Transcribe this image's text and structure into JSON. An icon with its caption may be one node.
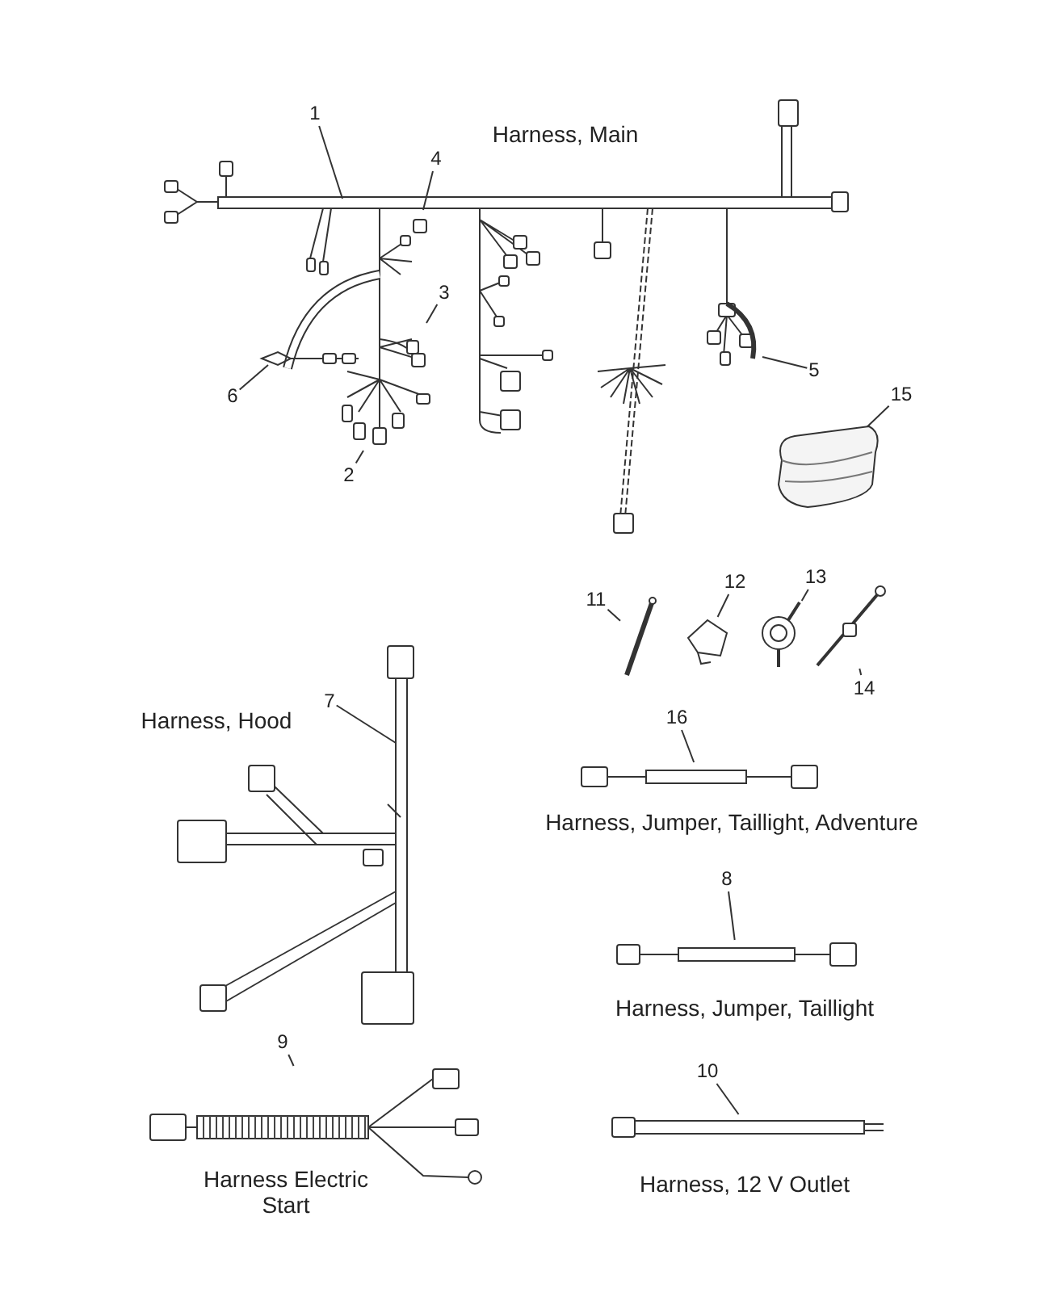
{
  "diagram": {
    "nodes": [
      {
        "text": [
          "1"
        ]
      },
      {
        "text": [
          "4"
        ]
      },
      {
        "text": [
          "3"
        ]
      },
      {
        "text": [
          "6"
        ]
      },
      {
        "text": [
          "5"
        ]
      },
      {
        "text": [
          "2"
        ]
      },
      {
        "text": [
          "15"
        ]
      },
      {
        "text": [],
        "shape": "picture"
      },
      {
        "text": [
          "11"
        ]
      },
      {
        "text": [],
        "shape": "picture"
      },
      {
        "text": [
          "12"
        ]
      },
      {
        "text": [],
        "shape": "picture"
      },
      {
        "text": [
          "13"
        ]
      },
      {
        "text": [],
        "shape": "picture"
      },
      {
        "text": [
          "14"
        ]
      },
      {
        "text": [],
        "shape": "picture"
      },
      {
        "text": [
          "7"
        ]
      },
      {
        "text": [
          "16"
        ]
      },
      {
        "text": [],
        "shape": "picture"
      },
      {
        "text": [
          "8"
        ]
      },
      {
        "text": [],
        "shape": "picture"
      },
      {
        "text": [
          "9"
        ]
      },
      {
        "text": [],
        "shape": "picture"
      },
      {
        "text": [
          "10"
        ]
      },
      {
        "text": [],
        "shape": "picture"
      }
    ],
    "edges": [
      {
        "from": 0,
        "to": null,
        "arrow": "none"
      },
      {
        "from": 1,
        "to": null,
        "arrow": "none"
      },
      {
        "from": 2,
        "to": null,
        "arrow": "none"
      },
      {
        "from": 3,
        "to": null,
        "arrow": "none"
      },
      {
        "from": 4,
        "to": null,
        "arrow": "none"
      },
      {
        "from": 5,
        "to": null,
        "arrow": "none"
      },
      {
        "from": 6,
        "to": 7,
        "arrow": "none"
      },
      {
        "from": 8,
        "to": 9,
        "arrow": "none"
      },
      {
        "from": 10,
        "to": 11,
        "arrow": "none"
      },
      {
        "from": 12,
        "to": 13,
        "arrow": "none"
      },
      {
        "from": 14,
        "to": 15,
        "arrow": "none"
      },
      {
        "from": 16,
        "to": null,
        "arrow": "none"
      },
      {
        "from": 17,
        "to": 18,
        "arrow": "none"
      },
      {
        "from": 19,
        "to": 20,
        "arrow": "none"
      },
      {
        "from": 21,
        "to": 22,
        "arrow": "none"
      },
      {
        "from": 23,
        "to": 24,
        "arrow": "none"
      }
    ],
    "labels": [
      "Harness, Main",
      "Harness, Hood",
      "Harness, Jumper, Taillight, Adventure",
      "Harness, Jumper, Taillight",
      "Harness Electric Start",
      "Harness, 12 V Outlet"
    ]
  }
}
